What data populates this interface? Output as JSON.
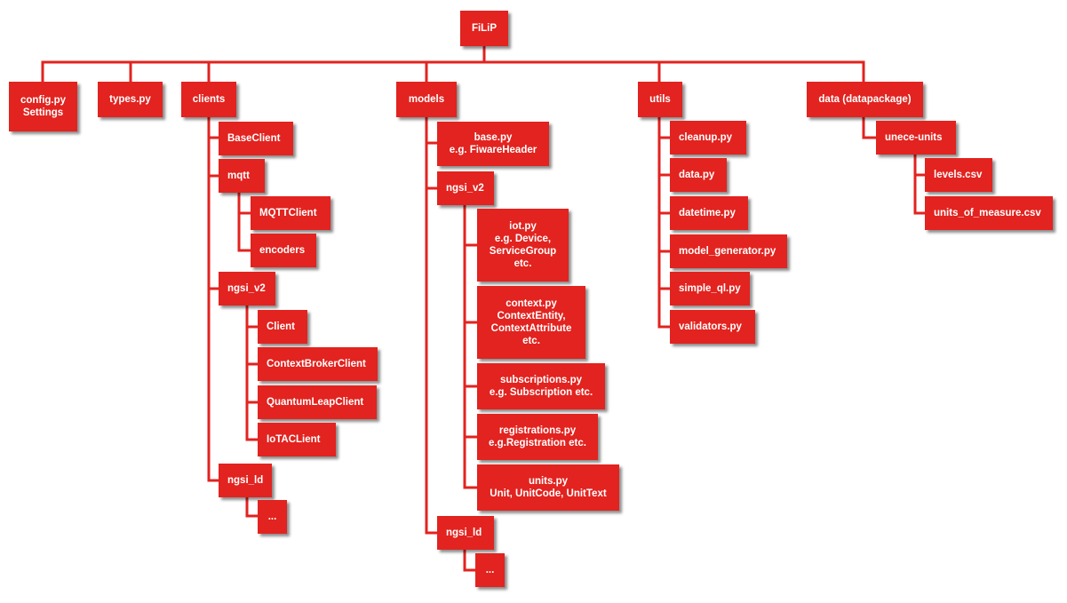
{
  "root": {
    "label": "FiLiP"
  },
  "top": {
    "config": "config.py\nSettings",
    "types": "types.py",
    "clients": "clients",
    "models": "models",
    "utils": "utils",
    "data": "data (datapackage)"
  },
  "clients": {
    "baseclient": "BaseClient",
    "mqtt": "mqtt",
    "mqttclient": "MQTTClient",
    "encoders": "encoders",
    "ngsi_v2": "ngsi_v2",
    "client": "Client",
    "contextbroker": "ContextBrokerClient",
    "quantumleap": "QuantumLeapClient",
    "iotac": "IoTACLient",
    "ngsi_ld": "ngsi_ld",
    "ellipsis": "..."
  },
  "models": {
    "base": "base.py\ne.g. FiwareHeader",
    "ngsi_v2": "ngsi_v2",
    "iot": "iot.py\ne.g. Device,\nServiceGroup\netc.",
    "context": "context.py\nContextEntity,\nContextAttribute\netc.",
    "subscriptions": "subscriptions.py\ne.g. Subscription etc.",
    "registrations": "registrations.py\ne.g.Registration etc.",
    "units": "units.py\nUnit, UnitCode, UnitText",
    "ngsi_ld": "ngsi_ld",
    "ellipsis": "..."
  },
  "utils": {
    "cleanup": "cleanup.py",
    "data": "data.py",
    "datetime": "datetime.py",
    "model_generator": "model_generator.py",
    "simple_ql": "simple_ql.py",
    "validators": "validators.py"
  },
  "data": {
    "unece": "unece-units",
    "levels": "levels.csv",
    "units_of_measure": "units_of_measure.csv"
  }
}
